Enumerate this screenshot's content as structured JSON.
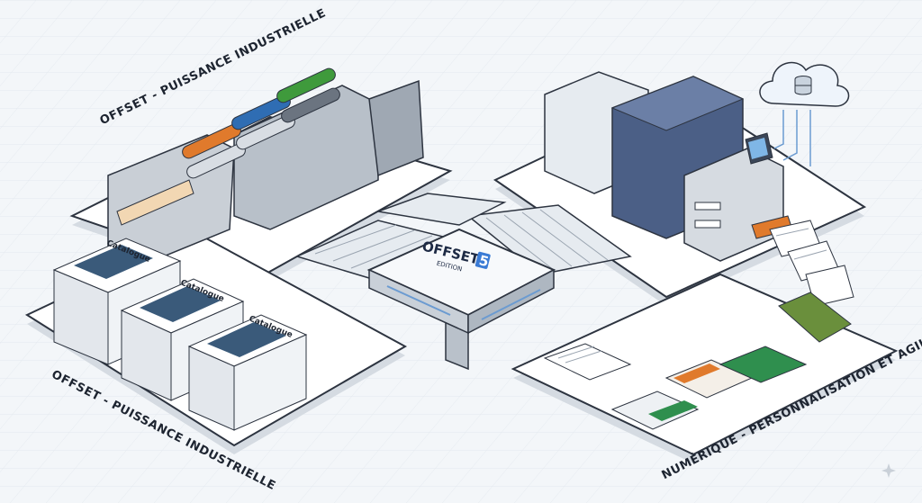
{
  "labels": {
    "offset_top": "OFFSET - PUISSANCE INDUSTRIELLE",
    "offset_bottom": "OFFSET - PUISSANCE INDUSTRIELLE",
    "numerique": "NUMÉRIQUE - PERSONNALISATION ET AGILITÉ"
  },
  "hub": {
    "brand_word": "OFFSET",
    "brand_number": "5",
    "brand_edition": "EDITION"
  },
  "catalogues": {
    "cover_text": "Catalogue"
  },
  "icons": {
    "cloud": "cloud-database-icon",
    "sparkle": "sparkle-icon"
  },
  "colors": {
    "background": "#f3f6f9",
    "platform": "#ffffff",
    "platform_edge": "#2d3440",
    "press_body": "#c9cfd6",
    "roller_orange": "#e07a2c",
    "roller_blue": "#2f6db3",
    "roller_green": "#3f9a3c",
    "digital_press_blue": "#4b5f86",
    "accent_green": "#2f8f4e"
  }
}
